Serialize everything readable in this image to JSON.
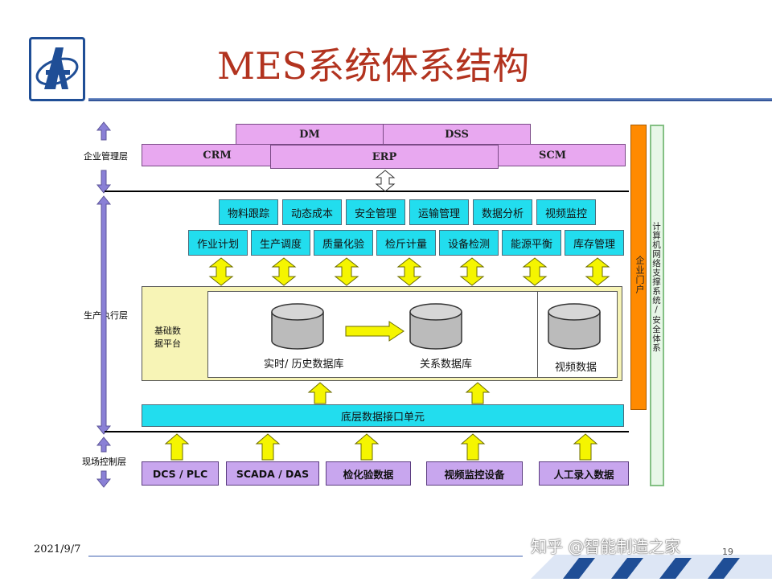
{
  "slide": {
    "title": "MES系统体系结构",
    "date": "2021/9/7",
    "watermark": "知乎 @智能制造之家",
    "page_fragment": "19"
  },
  "layers": {
    "enterprise": "企业管理层",
    "execution": "生产执行层",
    "field": "现场控制层"
  },
  "top_systems": {
    "dm": "DM",
    "dss": "DSS",
    "crm": "CRM",
    "erp": "ERP",
    "scm": "SCM"
  },
  "modules_row1": [
    "物料跟踪",
    "动态成本",
    "安全管理",
    "运输管理",
    "数据分析",
    "视频监控"
  ],
  "modules_row2": [
    "作业计划",
    "生产调度",
    "质量化验",
    "检斤计量",
    "设备检测",
    "能源平衡",
    "库存管理"
  ],
  "platform": {
    "label": "基础数据平台",
    "label_line1": "基础数",
    "label_line2": "据平台",
    "realtime_db": "实时/ 历史数据库",
    "relational_db": "关系数据库",
    "video_data": "视频数据"
  },
  "interface_unit": "底层数据接口单元",
  "field_devices": [
    "DCS / PLC",
    "SCADA / DAS",
    "检化验数据",
    "视频监控设备",
    "人工录入数据"
  ],
  "side_bars": {
    "portal": "企业门户",
    "support": "计算机网络支撑系统/安全体系"
  },
  "colors": {
    "title": "#b2331f",
    "pink": "#e8a8f0",
    "cyan": "#22ddee",
    "purple": "#c8a6ee",
    "yellow_arrow": "#f5f500",
    "orange_bar": "#ff8a00",
    "green_bar": "#e8f7e8",
    "panel": "#f7f4b6",
    "layer_arrow": "#8a80d6"
  }
}
